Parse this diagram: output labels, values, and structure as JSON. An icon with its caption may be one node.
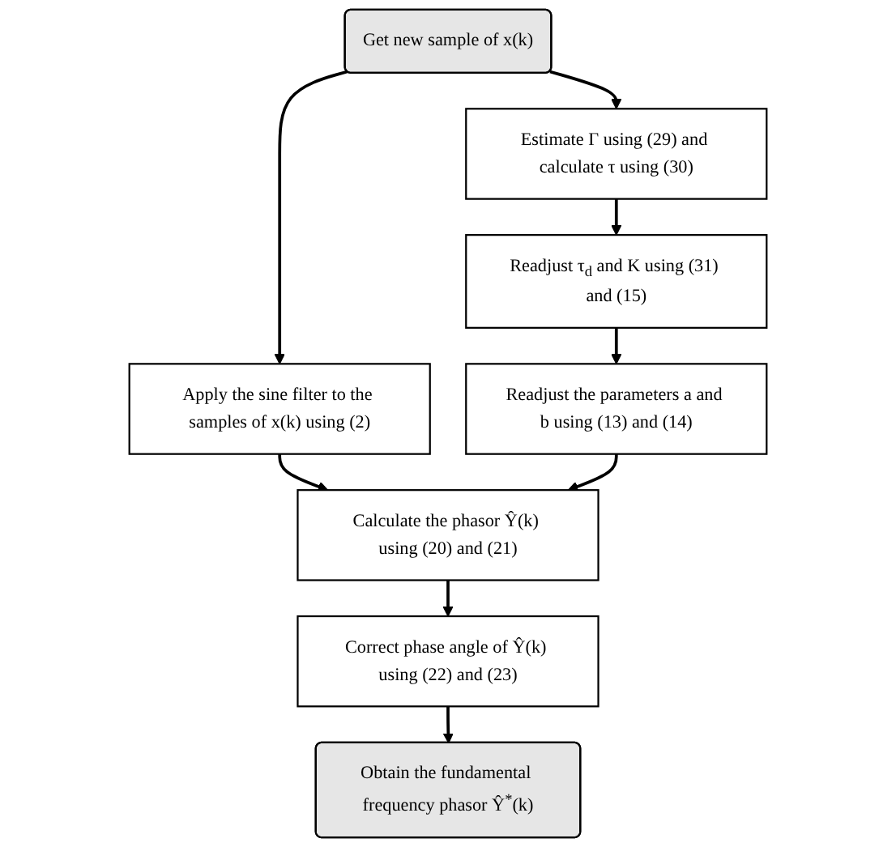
{
  "diagram": {
    "nodes": [
      {
        "text": [
          "Get new sample of x(k)"
        ]
      },
      {
        "text": [
          "Estimate Γ using (29) and calculate τ using (30)"
        ]
      },
      {
        "text": [
          "Apply the sine filter to the samples of x(k) using (2)"
        ]
      },
      {
        "text": [
          "Readjust τ$_{d}$ and K using (31) and (15)"
        ]
      },
      {
        "text": [
          "Calculate the phasor Ŷ(k) using (20) and (21)"
        ]
      },
      {
        "text": [
          "Readjust the parameters a and b using (13) and (14)"
        ]
      },
      {
        "text": [
          "Correct phase angle of Ŷ(k) using (22) and (23)"
        ]
      },
      {
        "text": [
          "Obtain the fundamental frequency phasor Ŷ$^{*}$(k)"
        ]
      }
    ],
    "edges": [
      {
        "from": 0,
        "to": 1,
        "arrow": "to"
      },
      {
        "from": 0,
        "to": 2,
        "arrow": "to"
      },
      {
        "from": 1,
        "to": 3,
        "arrow": "to"
      },
      {
        "from": 2,
        "to": 4,
        "arrow": "to"
      },
      {
        "from": 3,
        "to": 5,
        "arrow": "to"
      },
      {
        "from": 5,
        "to": 4,
        "arrow": "to"
      },
      {
        "from": 4,
        "to": 6,
        "arrow": "to"
      },
      {
        "from": 6,
        "to": 7,
        "arrow": "to"
      }
    ]
  }
}
